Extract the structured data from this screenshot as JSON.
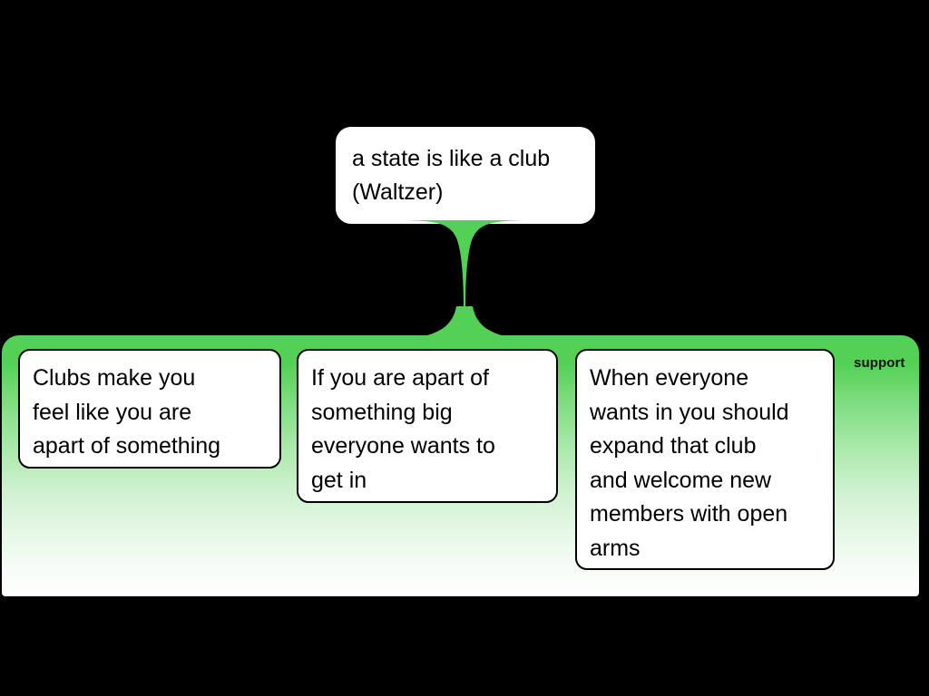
{
  "diagram": {
    "type": "argument-map",
    "background_color": "#000000",
    "root": {
      "text": "a state is like a club\n(Waltzer)",
      "fill_color": "#ffffff",
      "text_color": "#000000"
    },
    "relation": {
      "label": "support",
      "color": "#54d155",
      "gradient_from": "#54d155",
      "gradient_to": "#ffffff"
    },
    "children": [
      {
        "text": "Clubs make you\nfeel like you are\napart of something",
        "fill_color": "#ffffff",
        "border_color": "#000000"
      },
      {
        "text": "If you are apart of\nsomething big\neveryone wants to\nget in",
        "fill_color": "#ffffff",
        "border_color": "#000000"
      },
      {
        "text": "When everyone\nwants in you should\nexpand that club\nand welcome new\nmembers with open\narms",
        "fill_color": "#ffffff",
        "border_color": "#000000"
      }
    ]
  }
}
